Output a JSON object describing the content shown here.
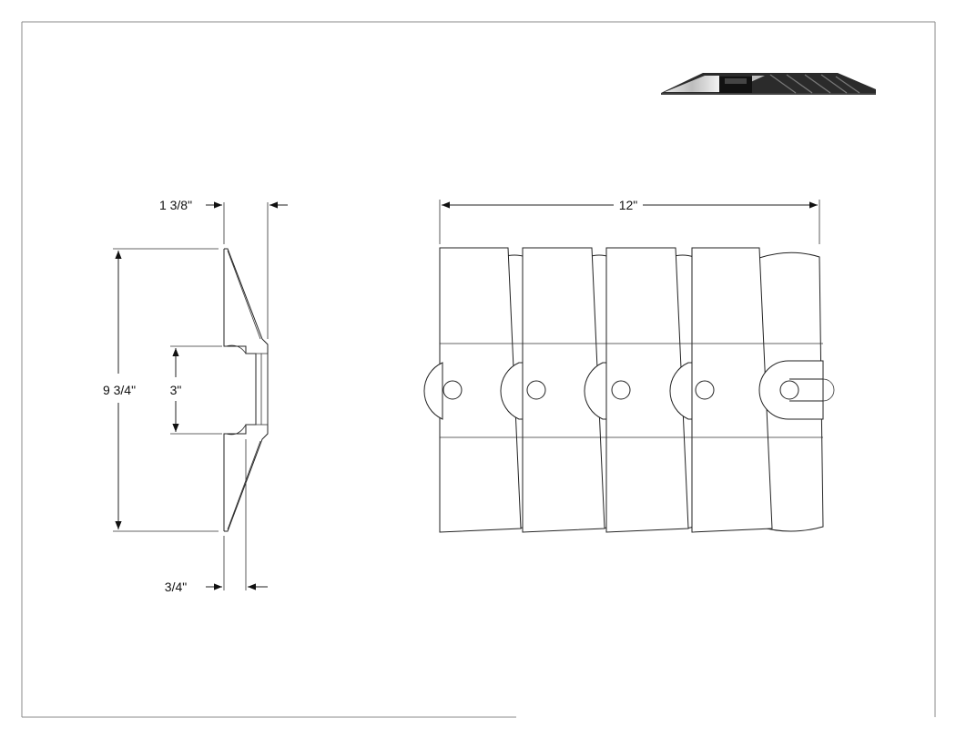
{
  "dimensions": {
    "height_total": "9 3/4\"",
    "center_section": "3\"",
    "depth_top": "1 3/8\"",
    "depth_bottom": "3/4\"",
    "length_total": "12\""
  },
  "colors": {
    "line": "#222222",
    "frame": "#888888",
    "iso_dark": "#2b2b2b",
    "iso_light": "#d9d9d9"
  }
}
